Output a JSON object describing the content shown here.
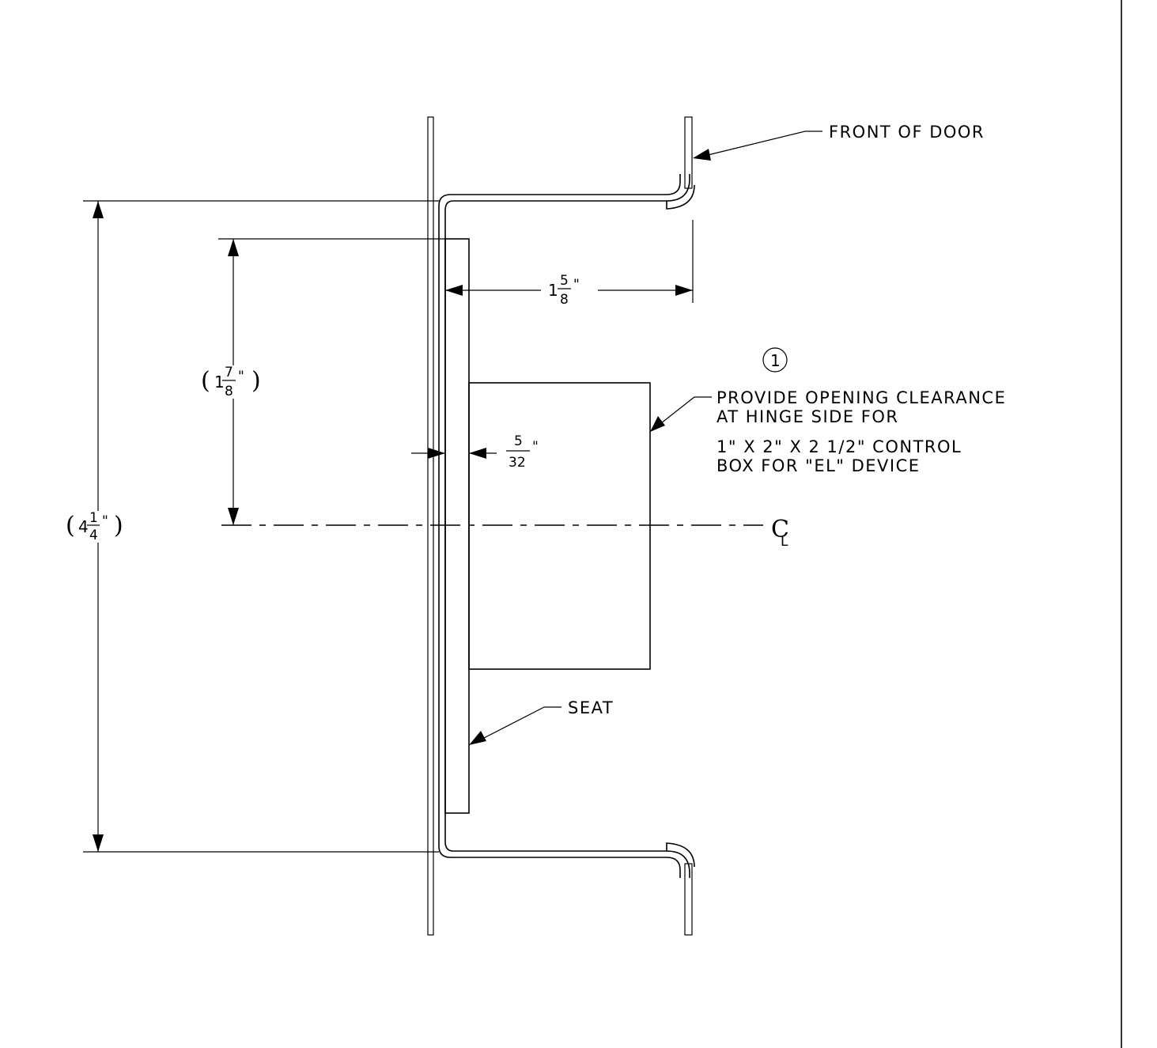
{
  "callouts": {
    "front_of_door": "FRONT OF DOOR",
    "seat": "SEAT",
    "note_number": "1",
    "note_lines": [
      "PROVIDE OPENING CLEARANCE",
      "AT HINGE SIDE FOR",
      "1\" X 2\" X 2 1/2\" CONTROL",
      "BOX FOR \"EL\" DEVICE"
    ]
  },
  "dimensions": {
    "overall_height": {
      "whole": "4",
      "numerator": "1",
      "denominator": "4",
      "unit": "\""
    },
    "half_height": {
      "whole": "1",
      "numerator": "7",
      "denominator": "8",
      "unit": "\""
    },
    "depth": {
      "whole": "1",
      "numerator": "5",
      "denominator": "8",
      "unit": "\""
    },
    "seat_thickness": {
      "numerator": "5",
      "denominator": "32",
      "unit": "\""
    }
  },
  "centerline": {
    "symbol_top": "C",
    "symbol_sub": "L"
  }
}
